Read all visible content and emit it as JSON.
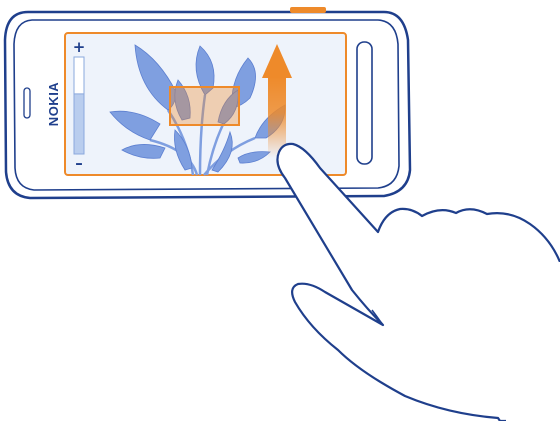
{
  "device": {
    "brand": "NOKIA"
  },
  "zoom": {
    "plus_label": "+",
    "minus_label": "–",
    "level": 0.62
  },
  "colors": {
    "outline": "#1f3f8c",
    "accent": "#ee8a2a",
    "plant": "#7f9fe0",
    "screen_bg": "#eef3fb",
    "slider_fill": "#b9cdee"
  },
  "gesture": {
    "direction": "up",
    "icon": "swipe-up-arrow-icon"
  }
}
